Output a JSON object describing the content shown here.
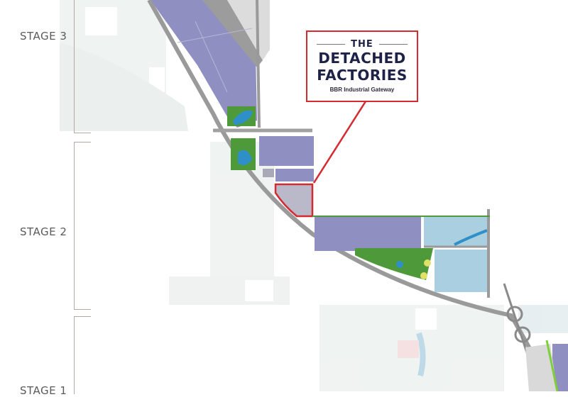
{
  "map": {
    "type": "masterplan site map",
    "colors": {
      "industrial_lots": "#8f8fc2",
      "road": "#9a9a9a",
      "water": "#a9cfe0",
      "lake": "#2f8fc8",
      "green": "#4e9a3a",
      "highlight": "#d42a30",
      "background_plan": "#eef1ef",
      "bracket": "#b3a8a6",
      "callout_text": "#1e2247"
    }
  },
  "stages": [
    {
      "label": "STAGE 3"
    },
    {
      "label": "STAGE 2"
    },
    {
      "label": "STAGE 1"
    }
  ],
  "callout": {
    "line1": "THE",
    "line2": "DETACHED",
    "line3": "FACTORIES",
    "subtitle": "BBR Industrial Gateway"
  }
}
